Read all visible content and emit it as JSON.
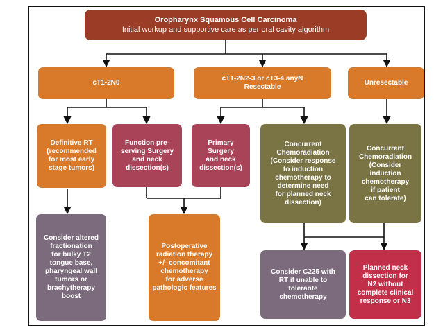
{
  "diagram": {
    "title": {
      "line1": "Oropharynx Squamous Cell Carcinoma",
      "line2": "Initial workup and supportive care as per oral cavity algorithm"
    },
    "stage_a": "cT1-2N0",
    "stage_b": "cT1-2N2-3 or cT3-4 anyN\nResectable",
    "stage_c": "Unresectable",
    "definitive_rt": "Definitive RT\n(recommended\nfor most early\nstage tumors)",
    "function_surgery": "Function pre-\nserving Surgery\nand neck\ndissection(s)",
    "primary_surgery": "Primary\nSurgery\nand neck\ndissection(s)",
    "concurrent_chemo_1": "Concurrent\nChemoradiation\n(Consider response\nto induction\nchemotherapy to\ndetermine need\nfor planned neck\ndissection)",
    "concurrent_chemo_2": "Concurrent\nChemoradiation\n(Consider\ninduction\nchemotherapy\nif patient\ncan tolerate)",
    "altered_fractionation": "Consider altered\nfractionation\nfor bulky T2\ntongue base,\npharyngeal wall\ntumors or\nbrachytherapy\nboost",
    "postoperative_rt": "Postoperative\nradiation therapy\n+/- concomitant\nchemotherapy\nfor adverse\npathologic features",
    "c225": "Consider C225 with\nRT if unable to\ntolerante\nchemotherapy",
    "planned_neck": "Planned neck\ndissection for\nN2 without\ncomplete clinical\nresponse or N3"
  },
  "colors": {
    "title": "#9a3c26",
    "stage": "#d97a2b",
    "surgery": "#a94458",
    "chemoradiation": "#7a7445",
    "consider": "#7c6b7c",
    "planned": "#c22f48"
  }
}
